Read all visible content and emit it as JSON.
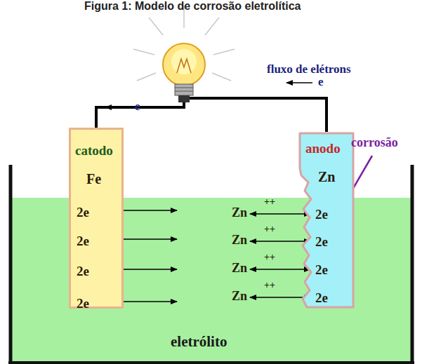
{
  "diagram": {
    "title": "Figura 1: Modelo de corrosão eletrolítica",
    "nodes": [
      {
        "text": [
          "catodo",
          "Fe",
          "2e",
          "2e",
          "2e",
          "2e"
        ]
      },
      {
        "text": [
          "anodo",
          "Zn",
          "2e",
          "2e",
          "2e",
          "2e"
        ]
      }
    ],
    "edges": [
      {
        "from": 1,
        "to": 0,
        "arrow": "none"
      }
    ],
    "labels": [
      "fluxo de elétrons",
      "e",
      "e",
      "corrosão",
      "Zn",
      "++",
      "Zn",
      "++",
      "Zn",
      "++",
      "Zn",
      "++",
      "eletrólito"
    ]
  }
}
